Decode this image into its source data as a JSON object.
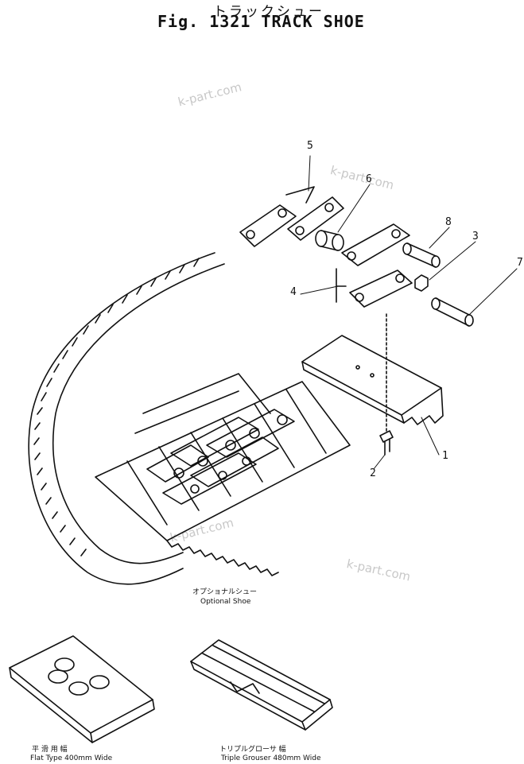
{
  "header": {
    "title_jp": "トラックシュー",
    "title_en": "Fig. 1321 TRACK SHOE"
  },
  "watermarks": [
    "k-part.com",
    "k-part.com",
    "k-part.com",
    "k-part.com"
  ],
  "callouts": [
    "1",
    "2",
    "3",
    "4",
    "5",
    "6",
    "7",
    "8"
  ],
  "captions": {
    "optional_jp": "オプショナルシュー",
    "optional_en": "Optional Shoe",
    "flat_jp": "平 滑 用            幅",
    "flat_en": "Flat Type 400mm Wide",
    "triple_jp": "トリプルグローサ        幅",
    "triple_en": "Triple Grouser 480mm Wide"
  },
  "colors": {
    "ink": "#111111",
    "watermark": "#c8c8c8",
    "background": "#ffffff"
  }
}
